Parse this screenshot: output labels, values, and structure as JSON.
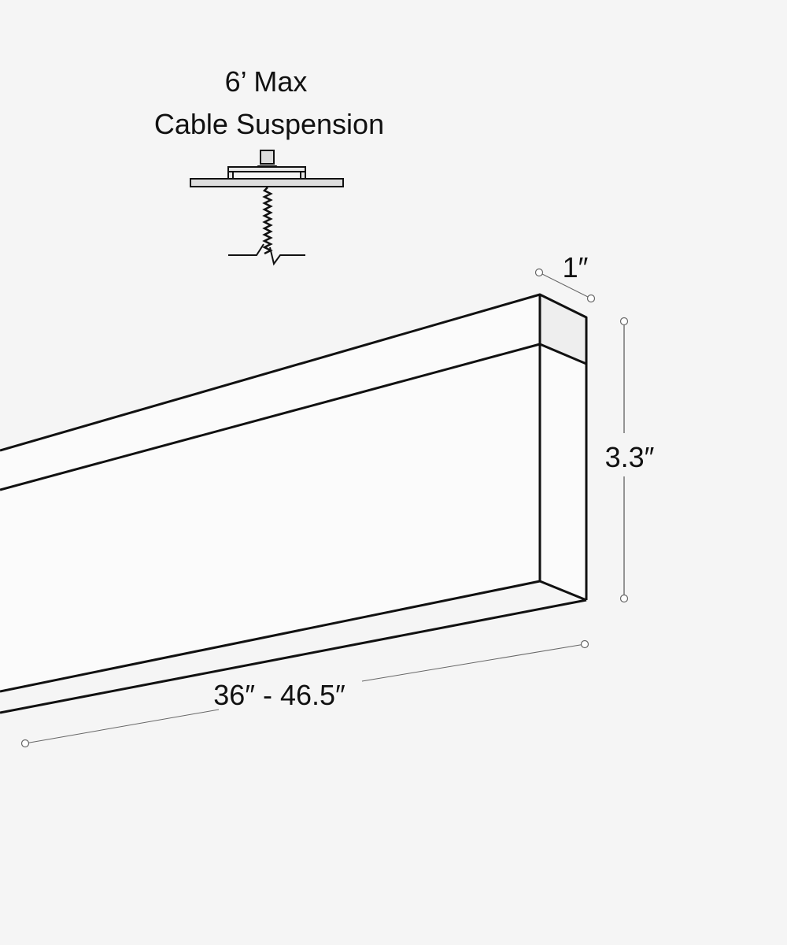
{
  "title": {
    "line1": "6’ Max",
    "line2": "Cable Suspension"
  },
  "dimensions": {
    "width": "1″",
    "height": "3.3″",
    "length": "36″ - 46.5″"
  }
}
